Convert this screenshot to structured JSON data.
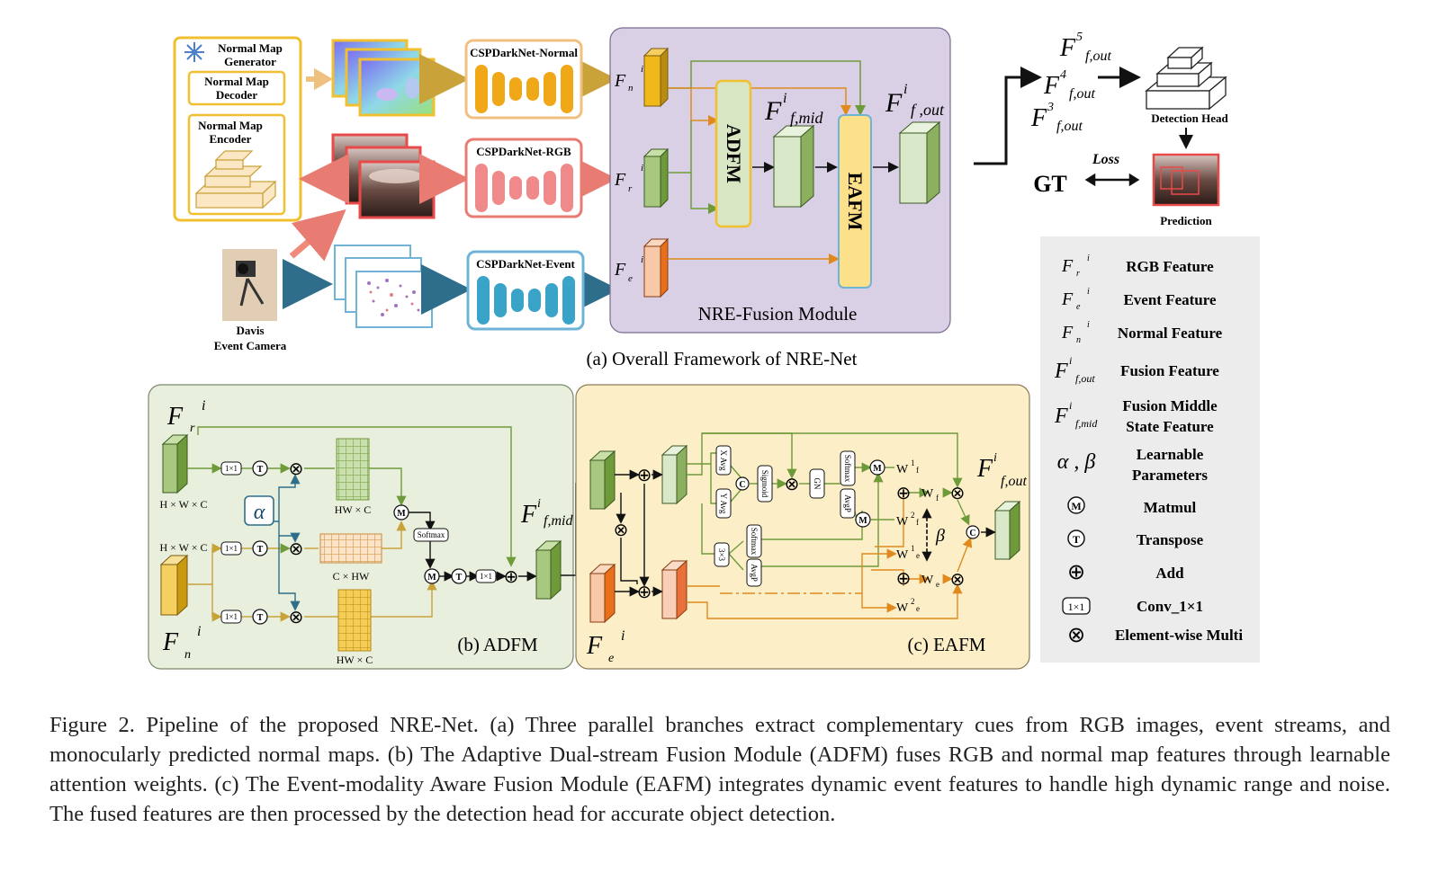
{
  "panel_a": {
    "generator_title_1": "Normal Map",
    "generator_title_2": "Generator",
    "decoder_1": "Normal Map",
    "decoder_2": "Decoder",
    "encoder_1": "Normal Map",
    "encoder_2": "Encoder",
    "camera_1": "Davis",
    "camera_2": "Event Camera",
    "backbone_normal": "CSPDarkNet-Normal",
    "backbone_rgb": "CSPDarkNet-RGB",
    "backbone_event": "CSPDarkNet-Event",
    "adfm": "ADFM",
    "eafm": "EAFM",
    "module_title": "NRE-Fusion Module",
    "detection_head": "Detection Head",
    "prediction": "Prediction",
    "gt": "GT",
    "loss": "Loss",
    "subtitle": "(a) Overall Framework of NRE-Net"
  },
  "legend": {
    "items": [
      {
        "label": "RGB Feature"
      },
      {
        "label": "Event Feature"
      },
      {
        "label": "Normal Feature"
      },
      {
        "label": "Fusion Feature"
      },
      {
        "label_1": "Fusion Middle",
        "label_2": "State Feature"
      },
      {
        "symbol": "α , β",
        "label_1": "Learnable",
        "label_2": "Parameters"
      },
      {
        "symbol": "M",
        "label": "Matmul"
      },
      {
        "symbol": "T",
        "label": "Transpose"
      },
      {
        "symbol": "⊕",
        "label": "Add"
      },
      {
        "symbol": "1×1",
        "label": "Conv_1×1"
      },
      {
        "symbol": "⊗",
        "label": "Element-wise Multi"
      }
    ]
  },
  "panel_b": {
    "dim_1": "H × W × C",
    "dim_2": "H × W × C",
    "mat_1": "HW × C",
    "mat_2": "C × HW",
    "mat_3": "HW × C",
    "conv": "1×1",
    "softmax": "Softmax",
    "alpha": "α",
    "title": "(b) ADFM"
  },
  "panel_c": {
    "x_avg": "X Avg",
    "y_avg": "Y Avg",
    "sigmoid": "Sigmoid",
    "gn": "GN",
    "softmax": "Softmax",
    "avgp": "AvgP",
    "conv3": "3×3",
    "beta": "β",
    "title": "(c) EAFM"
  },
  "caption": "Figure 2. Pipeline of the proposed NRE-Net. (a) Three parallel branches extract complementary cues from RGB images, event streams, and monocularly predicted normal maps. (b) The Adaptive Dual-stream Fusion Module (ADFM) fuses RGB and normal map features through learnable attention weights. (c) The Event-modality Aware Fusion Module (EAFM) integrates dynamic event features to handle high dynamic range and noise. The fused features are then processed by the detection head for accurate object detection."
}
